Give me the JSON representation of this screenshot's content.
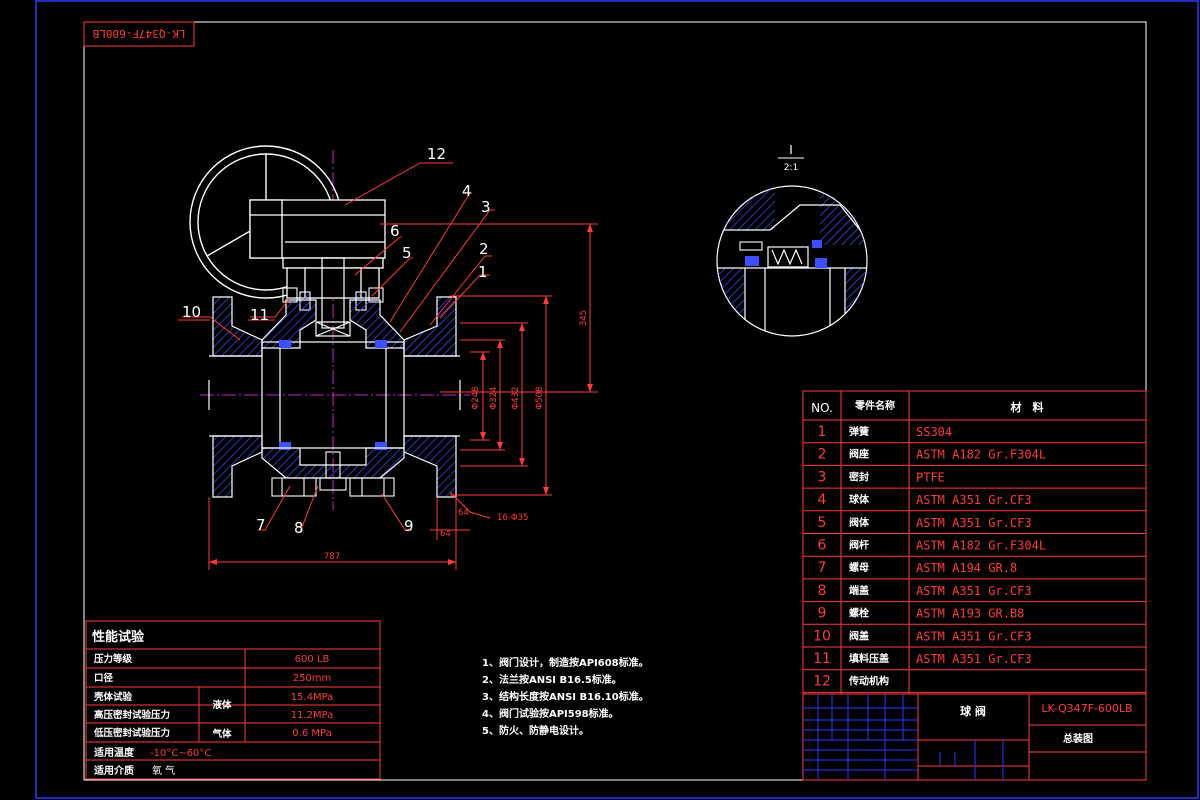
{
  "drawing_code": "LK-Q347F-600LB",
  "balloons": [
    "1",
    "2",
    "3",
    "4",
    "5",
    "6",
    "7",
    "8",
    "9",
    "10",
    "11",
    "12"
  ],
  "dimensions": {
    "height_345": "345",
    "d248": "Φ248",
    "d324": "Φ324",
    "d432": "Φ432",
    "d508": "Φ508",
    "holes": "16-Φ35",
    "flange_64": "64",
    "flange_64b": "64",
    "length_787": "787"
  },
  "detail": {
    "label": "I",
    "scale": "2:1"
  },
  "parts_table": {
    "header": {
      "no": "NO.",
      "name": "零件名称",
      "material": "材　料"
    },
    "rows": [
      {
        "no": "1",
        "name": "弹簧",
        "material": "SS304"
      },
      {
        "no": "2",
        "name": "阀座",
        "material": "ASTM A182 Gr.F304L"
      },
      {
        "no": "3",
        "name": "密封",
        "material": "PTFE"
      },
      {
        "no": "4",
        "name": "球体",
        "material": "ASTM A351 Gr.CF3"
      },
      {
        "no": "5",
        "name": "阀体",
        "material": "ASTM A351 Gr.CF3"
      },
      {
        "no": "6",
        "name": "阀杆",
        "material": "ASTM A182 Gr.F304L"
      },
      {
        "no": "7",
        "name": "螺母",
        "material": "ASTM A194 GR.8"
      },
      {
        "no": "8",
        "name": "端盖",
        "material": "ASTM A351 Gr.CF3"
      },
      {
        "no": "9",
        "name": "螺栓",
        "material": "ASTM A193 GR.B8"
      },
      {
        "no": "10",
        "name": "阀盖",
        "material": "ASTM A351 Gr.CF3"
      },
      {
        "no": "11",
        "name": "填料压盖",
        "material": "ASTM A351 Gr.CF3"
      },
      {
        "no": "12",
        "name": "传动机构",
        "material": ""
      }
    ]
  },
  "title_block": {
    "product": "球 阀",
    "code": "LK-Q347F-600LB",
    "drawing": "总装图"
  },
  "performance": {
    "title": "性能试验",
    "rows": [
      {
        "label": "压力等级",
        "medium": "",
        "value": "600 LB"
      },
      {
        "label": "口径",
        "medium": "",
        "value": "250mm"
      },
      {
        "label": "壳体试验",
        "medium": "液体",
        "value": "15.4MPa"
      },
      {
        "label": "高压密封试验压力",
        "medium": "",
        "value": "11.2MPa"
      },
      {
        "label": "低压密封试验压力",
        "medium": "气体",
        "value": "0.6 MPa"
      }
    ],
    "temp_label": "适用温度",
    "temp_value": "-10°C~60°C",
    "medium_label": "适用介质",
    "medium_value": "氧 气"
  },
  "notes": [
    "1、阀门设计，制造按API608标准。",
    "2、法兰按ANSI B16.5标准。",
    "3、结构长度按ANSI B16.10标准。",
    "4、阀门试验按API598标准。",
    "5、防火、防静电设计。"
  ],
  "colors": {
    "border": "#ffffff",
    "outline": "#ffffff",
    "hatch": "#3d4fff",
    "center": "#ff33ff",
    "dimension": "#ff3b3b",
    "leader": "#ff3b3b",
    "frame_blue": "#2a3cff",
    "yellow": "#ffff66"
  }
}
